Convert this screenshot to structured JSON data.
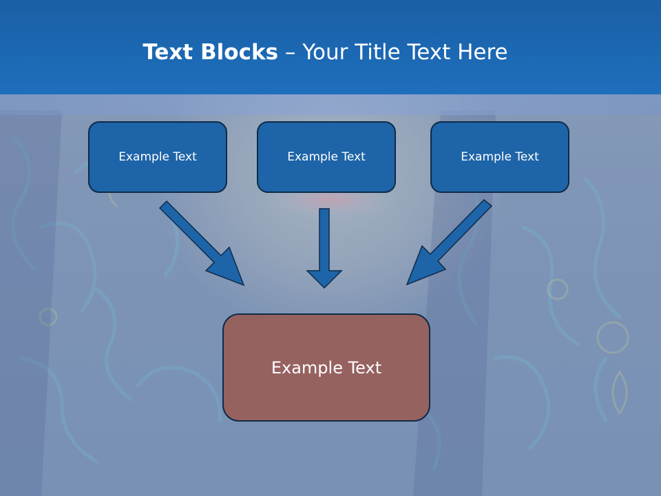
{
  "title": {
    "bold": "Text Blocks",
    "dash": " – ",
    "rest": "Your Title Text Here"
  },
  "boxes": [
    "Example Text",
    "Example Text",
    "Example Text"
  ],
  "target": "Example Text",
  "colors": {
    "header": "#1e6fbd",
    "box_fill": "#1e64a8",
    "target_fill": "#966260",
    "arrow": "#1e64a8",
    "border": "#0d2b48"
  }
}
